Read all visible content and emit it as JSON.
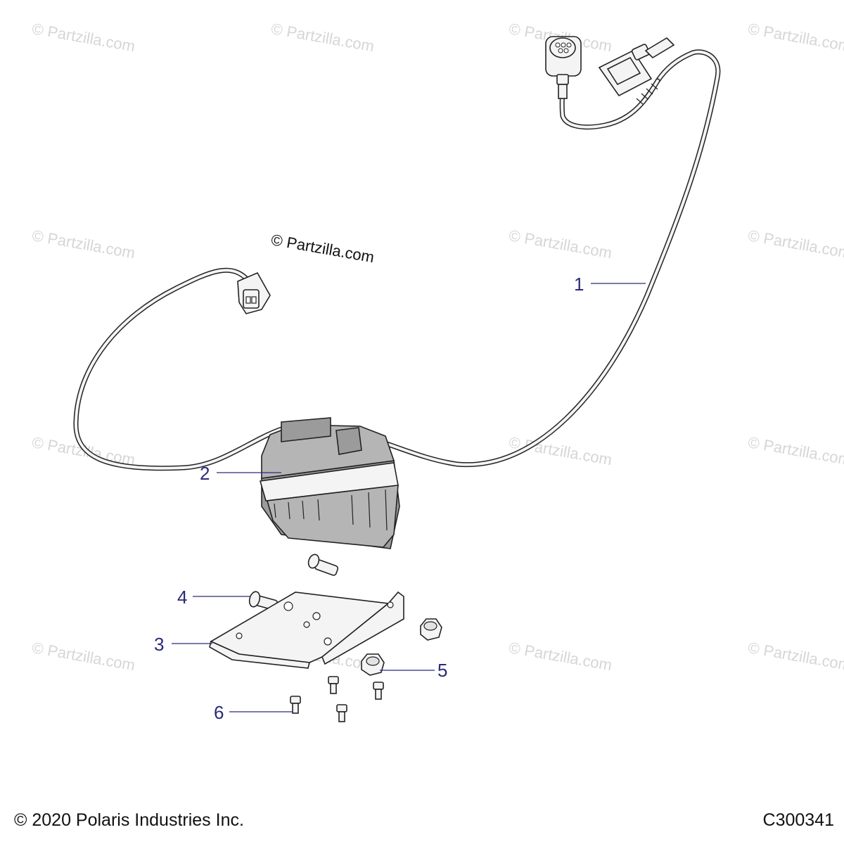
{
  "watermark": "© Partzilla.com",
  "center_watermark": "© Partzilla.com",
  "callouts": [
    {
      "label": "1"
    },
    {
      "label": "2"
    },
    {
      "label": "3"
    },
    {
      "label": "4"
    },
    {
      "label": "5"
    },
    {
      "label": "6"
    }
  ],
  "footer": {
    "copyright": "© 2020 Polaris Industries Inc.",
    "diagram_code": "C300341"
  }
}
